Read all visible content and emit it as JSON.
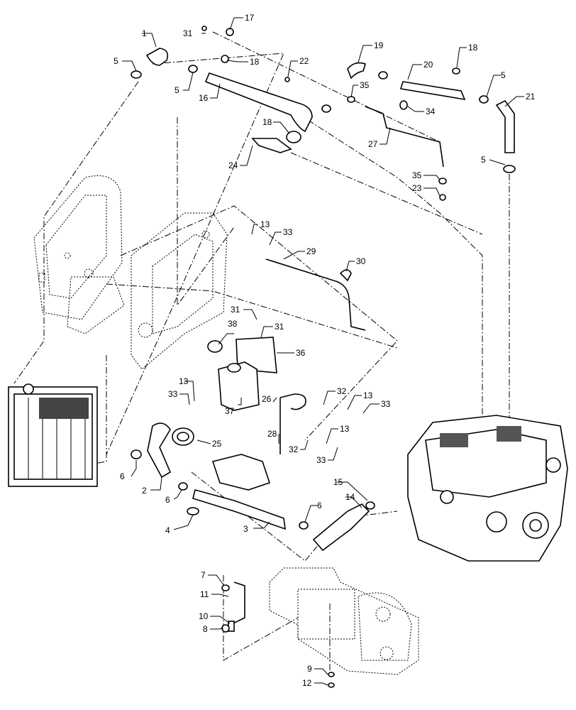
{
  "diagram": {
    "callouts": [
      {
        "id": "c1",
        "text": "1"
      },
      {
        "id": "c2",
        "text": "2"
      },
      {
        "id": "c3",
        "text": "3"
      },
      {
        "id": "c4",
        "text": "4"
      },
      {
        "id": "c5a",
        "text": "5"
      },
      {
        "id": "c5b",
        "text": "5"
      },
      {
        "id": "c5c",
        "text": "5"
      },
      {
        "id": "c5d",
        "text": "5"
      },
      {
        "id": "c6a",
        "text": "6"
      },
      {
        "id": "c6b",
        "text": "6"
      },
      {
        "id": "c6c",
        "text": "6"
      },
      {
        "id": "c7",
        "text": "7"
      },
      {
        "id": "c8",
        "text": "8"
      },
      {
        "id": "c9",
        "text": "9"
      },
      {
        "id": "c10",
        "text": "10"
      },
      {
        "id": "c11",
        "text": "11"
      },
      {
        "id": "c12",
        "text": "12"
      },
      {
        "id": "c13a",
        "text": "13"
      },
      {
        "id": "c13b",
        "text": "13"
      },
      {
        "id": "c13c",
        "text": "13"
      },
      {
        "id": "c13d",
        "text": "13"
      },
      {
        "id": "c14",
        "text": "14"
      },
      {
        "id": "c15",
        "text": "15"
      },
      {
        "id": "c16",
        "text": "16"
      },
      {
        "id": "c17",
        "text": "17"
      },
      {
        "id": "c18a",
        "text": "18"
      },
      {
        "id": "c18b",
        "text": "18"
      },
      {
        "id": "c18c",
        "text": "18"
      },
      {
        "id": "c19",
        "text": "19"
      },
      {
        "id": "c20",
        "text": "20"
      },
      {
        "id": "c21",
        "text": "21"
      },
      {
        "id": "c22",
        "text": "22"
      },
      {
        "id": "c23",
        "text": "23"
      },
      {
        "id": "c24",
        "text": "24"
      },
      {
        "id": "c25",
        "text": "25"
      },
      {
        "id": "c26",
        "text": "26"
      },
      {
        "id": "c27",
        "text": "27"
      },
      {
        "id": "c28",
        "text": "28"
      },
      {
        "id": "c29",
        "text": "29"
      },
      {
        "id": "c30",
        "text": "30"
      },
      {
        "id": "c31a",
        "text": "31"
      },
      {
        "id": "c31b",
        "text": "31"
      },
      {
        "id": "c31c",
        "text": "31"
      },
      {
        "id": "c32a",
        "text": "32"
      },
      {
        "id": "c32b",
        "text": "32"
      },
      {
        "id": "c33a",
        "text": "33"
      },
      {
        "id": "c33b",
        "text": "33"
      },
      {
        "id": "c33c",
        "text": "33"
      },
      {
        "id": "c33d",
        "text": "33"
      },
      {
        "id": "c34",
        "text": "34"
      },
      {
        "id": "c35a",
        "text": "35"
      },
      {
        "id": "c35b",
        "text": "35"
      },
      {
        "id": "c36",
        "text": "36"
      },
      {
        "id": "c37",
        "text": "37"
      },
      {
        "id": "c38",
        "text": "38"
      }
    ]
  }
}
